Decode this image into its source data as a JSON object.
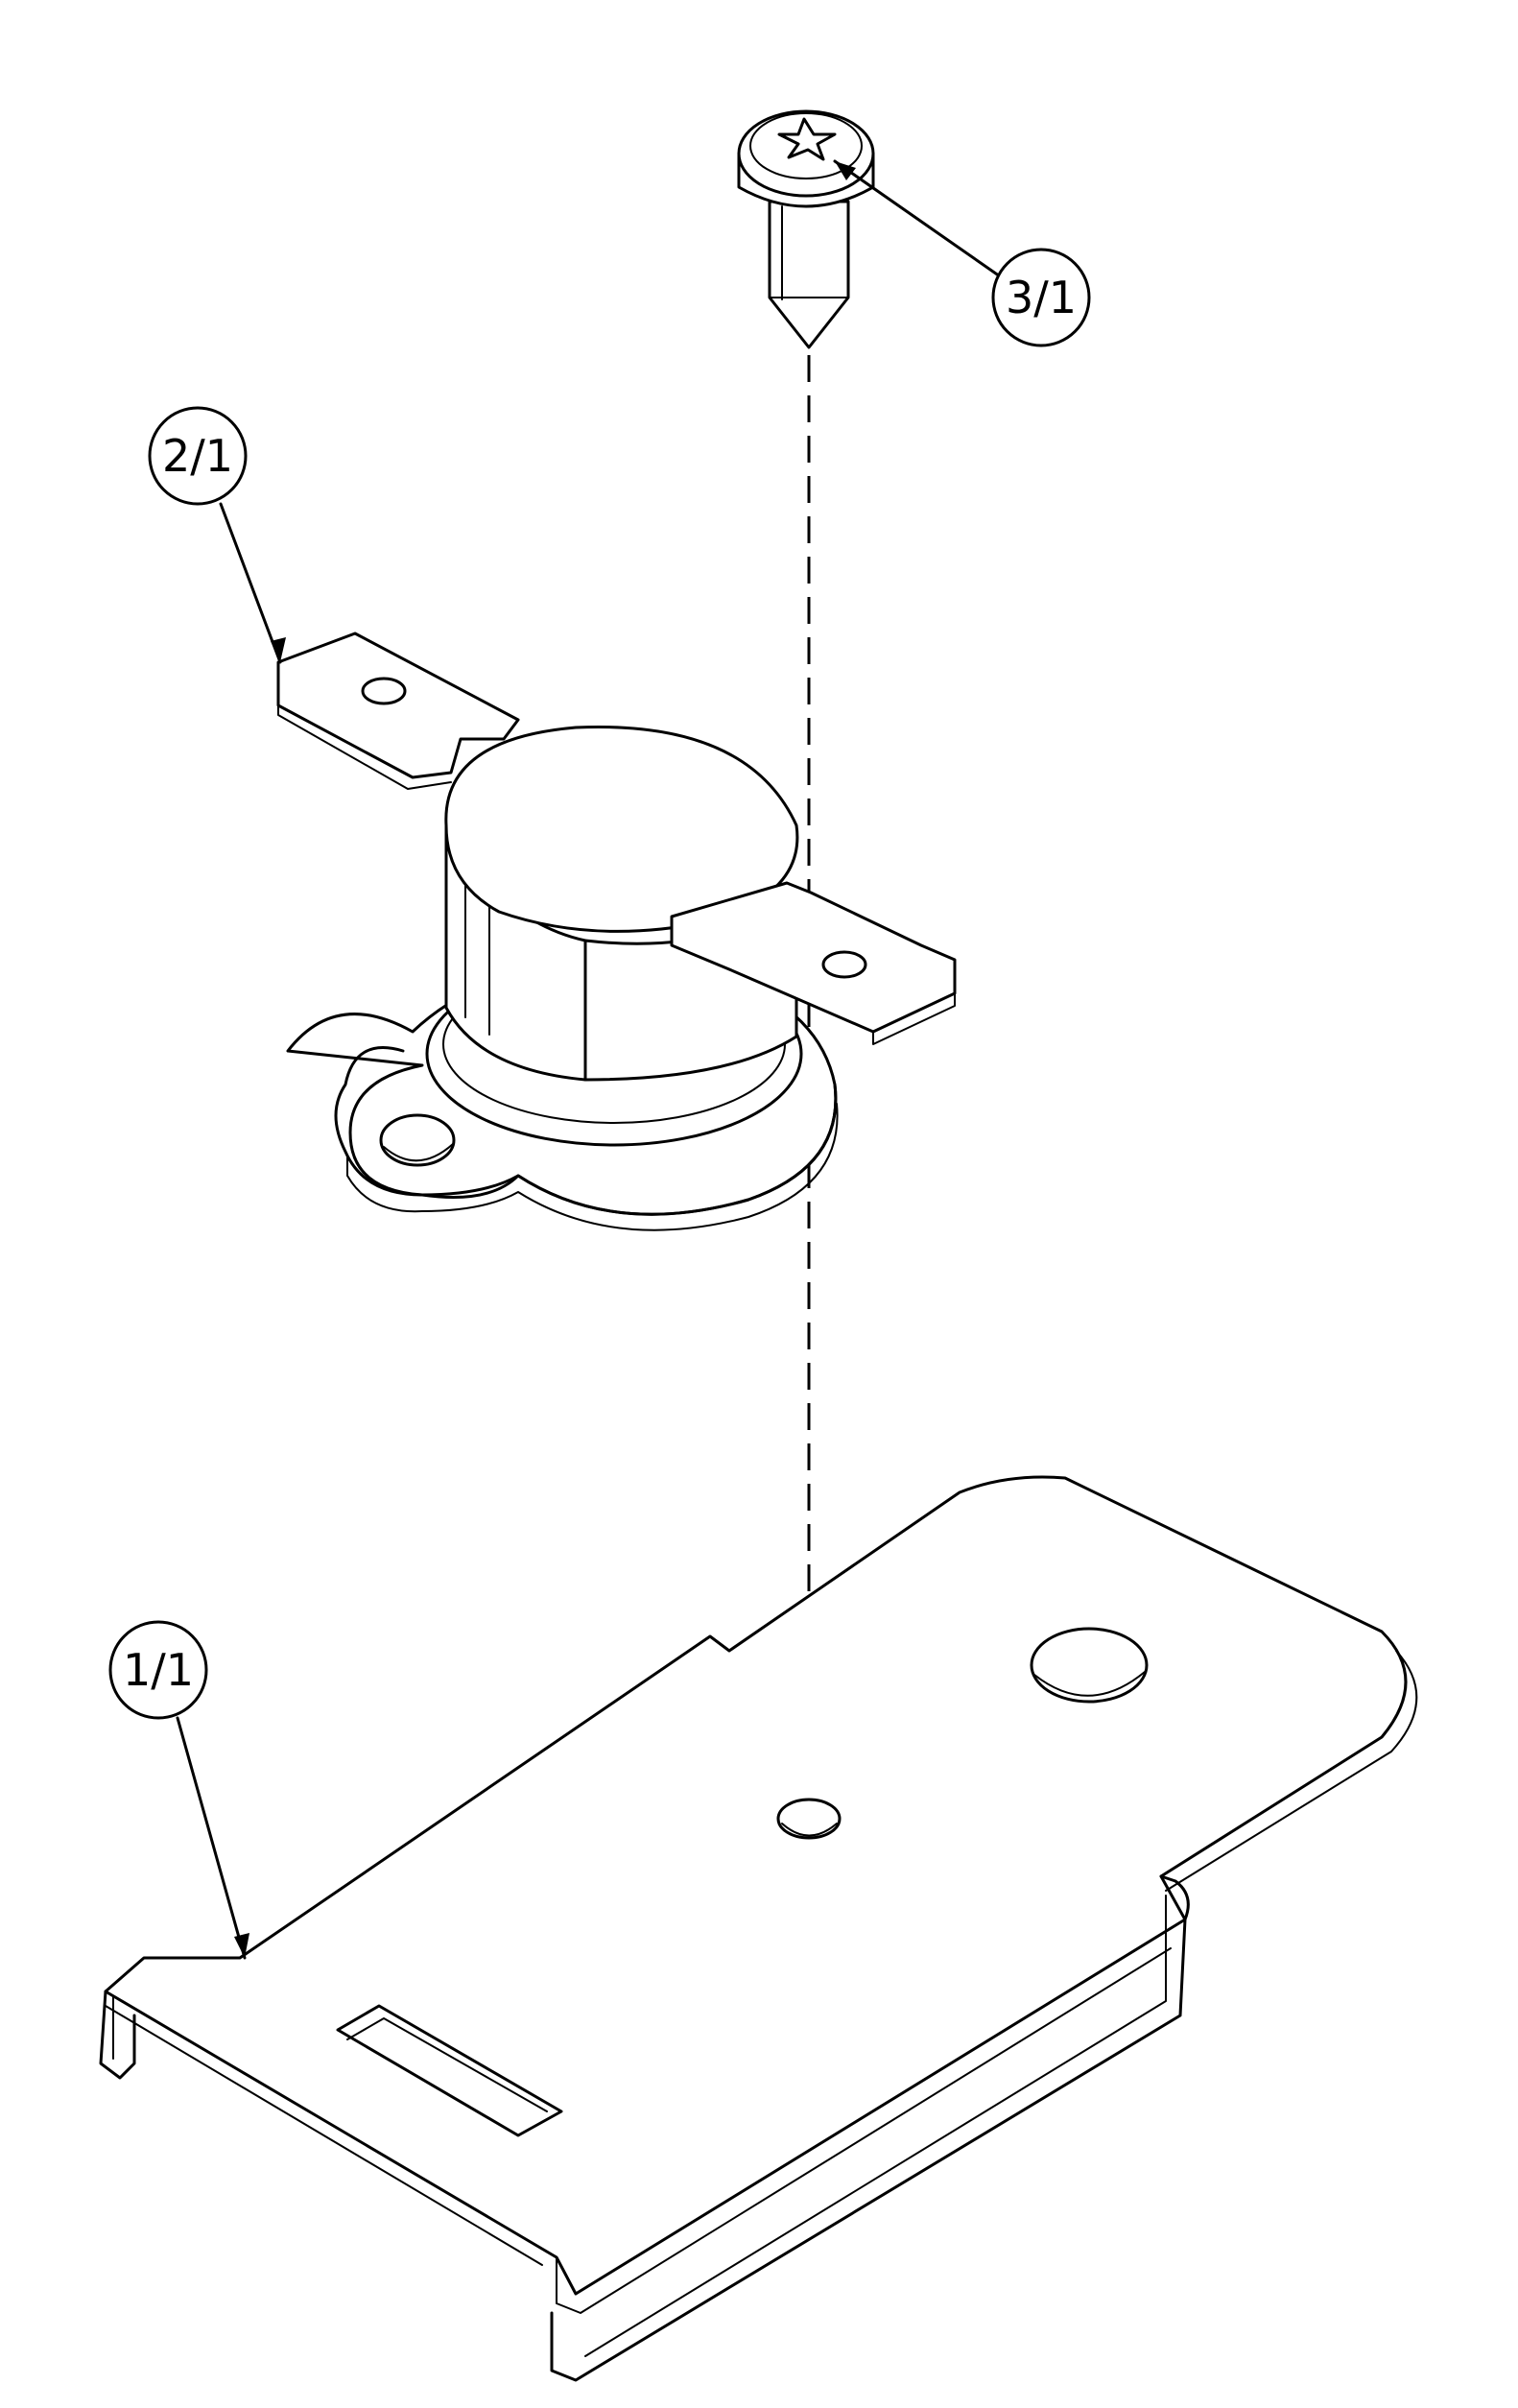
{
  "diagram": {
    "callouts": [
      {
        "id": "part-1",
        "label": "1/1"
      },
      {
        "id": "part-2",
        "label": "2/1"
      },
      {
        "id": "part-3",
        "label": "3/1"
      }
    ],
    "colors": {
      "line": "#000000",
      "background": "#ffffff"
    }
  }
}
